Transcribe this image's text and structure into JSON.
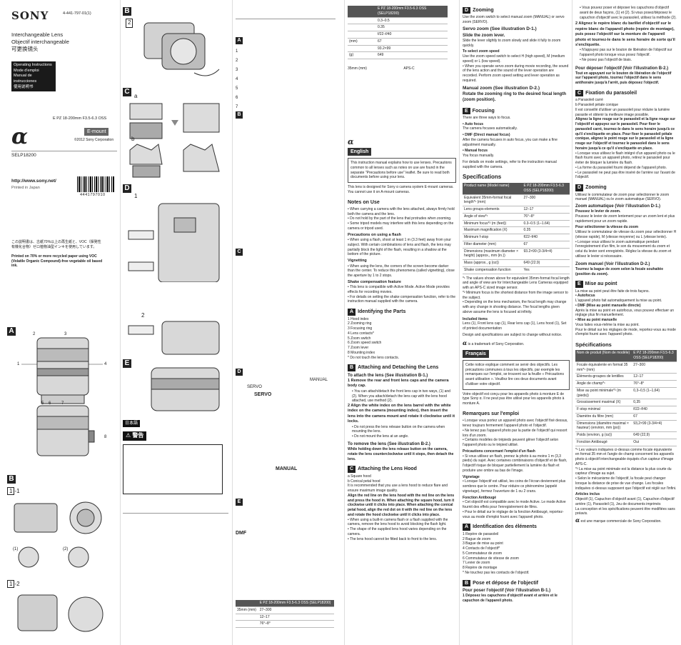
{
  "cover": {
    "brand": "SONY",
    "part_number": "4-441-797-01(1)",
    "titles": [
      "Interchangeable Lens",
      "Objectif interchangeable",
      "可更换镜头"
    ],
    "manual_labels": [
      "Operating Instructions",
      "Mode d'emploi",
      "Manual de instrucciones",
      "使用说明书"
    ],
    "model": "E PZ 18-200mm F3.5-6.3 OSS",
    "mount": "E-mount",
    "copyright": "©2012 Sony Corporation",
    "model_code": "SELP18200",
    "url": "http://www.sony.net/",
    "printed": "Printed in Japan",
    "barcode_number": "4441797010",
    "recycle_jp": "この説明書は、古紙70%以上の再生紙と、VOC（揮発性有機化合物）ゼロ植物油型インキを使用しています。",
    "recycle_en": "Printed on 70% or more recycled paper using VOC (Volatile Organic Compound)-free vegetable oil based ink."
  },
  "figures": {
    "A": "A",
    "B": "B",
    "B1": "1",
    "B2": "2",
    "C": "C",
    "D": "D",
    "E": "E",
    "D_sub1": "1",
    "D_sub2": "2",
    "C_sub_a": "a",
    "C_sub_b": "b",
    "B1_label": "-1",
    "B2_label": "-2",
    "B1_sub": [
      "(1)",
      "(2)"
    ],
    "A_nums": [
      "1",
      "2",
      "3",
      "4",
      "5",
      "6",
      "7",
      "8"
    ],
    "jp_tag": "日本語",
    "warning": "警告"
  },
  "english": {
    "lang": "English",
    "intro": "This instruction manual explains how to use lenses. Precautions common to all lenses such as notes on use are found in the separate \"Precautions before use\" leaflet. Be sure to read both documents before using your lens.",
    "designed": "This lens is designed for Sony α camera system E-mount cameras. You cannot use it on A-mount cameras.",
    "notes_title": "Notes on Use",
    "notes": [
      "When carrying a camera with the lens attached, always firmly hold both the camera and the lens.",
      "Do not hold by the part of the lens that protrudes when zooming.",
      "Some tripod models may interfere with this lens depending on the camera or tripod used."
    ],
    "flash_title": "Precautions on using a flash",
    "flash": "When using a flash, shoot at least 1 m (3.3 feet) away from your subject. With certain combinations of lens and flash, the lens may partially block the light of the flash, resulting in a shadow at the bottom of the picture.",
    "vignette_title": "Vignetting",
    "vignette": "When using the lens, the corners of the screen become darker than the center. To reduce this phenomena (called vignetting), close the aperture by 1 to 2 stops.",
    "shake_title": "Shake compensation feature",
    "shake": [
      "This lens is compatible with Active Mode. Active Mode provides effects for recording movies.",
      "For details on setting the shake compensation function, refer to the instruction manual supplied with the camera."
    ],
    "parts_title": "Identifying the Parts",
    "parts": [
      "1 Hood index",
      "2 Zooming ring",
      "3 Focusing ring",
      "4 Lens contacts*",
      "5 Zoom switch",
      "6 Zoom speed switch",
      "7 Zoom lever",
      "8 Mounting index"
    ],
    "parts_note": "* Do not touch the lens contacts.",
    "attach_title": "Attaching and Detaching the Lens",
    "attach_sub": "To attach the lens (See illustration B-1.)",
    "attach_steps": [
      "Remove the rear and front lens caps and the camera body cap.",
      "Align the white index on the lens barrel with the white index on the camera (mounting index), then insert the lens into the camera mount and rotate it clockwise until it locks."
    ],
    "attach_notes": [
      "You can attach/detach the front lens cap in two ways, (1) and (2). When you attach/detach the lens cap with the lens hood attached, use method (2).",
      "Do not press the lens release button on the camera when mounting the lens.",
      "Do not mount the lens at an angle."
    ],
    "remove_title": "To remove the lens (See illustration B-2.)",
    "remove": "While holding down the lens release button on the camera, rotate the lens counterclockwise until it stops, then detach the lens.",
    "hood_title": "Attaching the Lens Hood",
    "hood_items": [
      "a Square hood",
      "b Conical petal hood"
    ],
    "hood_text": "It is recommended that you use a lens hood to reduce flare and ensure maximum image quality.",
    "hood_bold": "Align the red line on the lens hood with the red line on the lens and press the hood in. When attaching the square hood, turn it clockwise until it clicks into place. When attaching the conical petal hood, align the red dot on it with the red line on the lens and rotate the hood clockwise until it clicks into place.",
    "hood_notes": [
      "When using a built-in camera flash or a flash supplied with the camera, remove the lens hood to avoid blocking the flash light.",
      "The shape of the supplied lens hood varies depending on the camera.",
      "The lens hood cannot be fitted back to front to the lens."
    ],
    "zoom_title": "Zooming",
    "zoom_text": "Use the zoom switch to select manual zoom (MANUAL) or servo zoom (SERVO).",
    "servo_title": "Servo zoom (See illustration D-1.)",
    "servo_bold": "Slide the zoom lever.",
    "servo_text": "Slide the lever slightly to zoom slowly and slide it fully to zoom quickly.",
    "speed_title": "To select zoom speed",
    "speed_text": "Use the zoom speed switch to select H (high speed), M (medium speed) or L (low speed).",
    "speed_note": "When you operate servo zoom during movie recording, the sound of the lens action and the sound of the lever operation are recorded. Perform zoom speed setting and lever operation as required.",
    "manual_title": "Manual zoom (See illustration D-2.)",
    "manual_bold": "Rotate the zooming ring to the desired focal length (zoom position).",
    "focus_title": "Focusing",
    "focus_text": "There are three ways to focus.",
    "af_title": "• Auto focus",
    "af": "The camera focuses automatically.",
    "dmf_title": "• DMF (Direct manual focus)",
    "dmf": "After the camera focuses in auto focus, you can make a fine adjustment manually.",
    "mf_title": "• Manual focus",
    "mf": "You focus manually.",
    "focus_note": "For details on mode settings, refer to the instruction manual supplied with the camera.",
    "spec_title": "Specifications",
    "spec_rows": [
      [
        "Product name (Model name)",
        "E PZ 18-200mm F3.5-6.3 OSS (SELP18200)"
      ],
      [
        "Equivalent 35mm-format focal length*¹ (mm)",
        "27–300"
      ],
      [
        "Lens groups-elements",
        "12–17"
      ],
      [
        "Angle of view*¹",
        "76°–8°"
      ],
      [
        "Minimum focus*² (m (feet))",
        "0.3–0.5 (1–1.64)"
      ],
      [
        "Maximum magnification (X)",
        "0.35"
      ],
      [
        "Minimum f-stop",
        "f/22–f/40"
      ],
      [
        "Filter diameter (mm)",
        "67"
      ],
      [
        "Dimensions (maximum diameter × height) (approx., mm (in.))",
        "93.2×99 (3-3/4×4)"
      ],
      [
        "Mass (approx., g (oz))",
        "649 (22.9)"
      ],
      [
        "Shake compensation function",
        "Yes"
      ]
    ],
    "spec_notes": [
      "*¹ The values shown above for equivalent 35mm-format focal length and angle of view are for Interchangeable Lens Cameras equipped with an APS-C sized image sensor.",
      "*² Minimum focus is the shortest distance from the image sensor to the subject.",
      "Depending on the lens mechanism, the focal length may change with any change in shooting distance. The focal lengths given above assume the lens is focused at infinity."
    ],
    "included_title": "Included items",
    "included": "Lens (1), Front lens cap (1), Rear lens cap (1), Lens hood (1), Set of printed documentation",
    "design_note": "Design and specifications are subject to change without notice.",
    "trademark": "is a trademark of Sony Corporation."
  },
  "french": {
    "lang": "Français",
    "intro": "Cette notice explique comment se servir des objectifs. Les précautions communes à tous les objectifs, par exemple les remarques sur l'emploi, se trouvent sur la feuille « Précautions avant utilisation ». Veuillez lire ces deux documents avant d'utiliser votre objectif.",
    "designed": "Votre objectif est conçu pour les appareils photo à monture E de type Sony α. Il ne peut pas être utilisé pour les appareils photo à monture A.",
    "notes_title": "Remarques sur l'emploi",
    "notes": [
      "Lorsque vous portez un appareil photo avec l'objectif fixé dessus, tenez toujours fermement l'appareil photo et l'objectif.",
      "Ne tenez pas l'appareil photo par la partie de l'objectif qui ressort lors d'un zoom.",
      "Certains modèles de trépieds peuvent gêner l'objectif selon l'appareil photo ou le trépied utilisé."
    ],
    "flash_title": "Précautions concernant l'emploi d'un flash",
    "flash": "Si vous utilisez un flash, prenez la photo à au moins 1 m (3,3 pieds) du sujet. Avec certaines combinaisons d'objectif et de flash, l'objectif risque de bloquer partiellement la lumière du flash et produire une ombre au bas de l'image.",
    "vignette_title": "Vignetage",
    "vignette": "Lorsque l'objectif est utilisé, les coins de l'écran deviennent plus sombres que le centre. Pour réduire ce phénomène (appelé vignetage), fermez l'ouverture de 1 ou 2 crans.",
    "shake_title": "Fonction Antibougé",
    "shake": [
      "Cet objectif est compatible avec le mode Active. Le mode Active fournit des effets pour l'enregistrement de films.",
      "Pour le détail sur le réglage de la fonction Antibougé, reportez-vous au mode d'emploi fourni avec l'appareil photo."
    ],
    "parts_title": "Identification des éléments",
    "parts": [
      "1 Repère de parasoleil",
      "2 Bague de zoom",
      "3 Bague de mise au point",
      "4 Contacts de l'objectif*",
      "5 Commutateur de zoom",
      "6 Commutateur de vitesse de zoom",
      "7 Levier de zoom",
      "8 Repère de montage"
    ],
    "parts_note": "* Ne touchez pas les contacts de l'objectif.",
    "attach_title": "Pose et dépose de l'objectif",
    "attach_sub": "Pour poser l'objectif (Voir l'illustration B-1.)",
    "attach_steps": [
      "Déposez les capuchons d'objectif avant et arrière et le capuchon de l'appareil photo.",
      "Alignez le repère blanc du barillet d'objectif sur le repère blanc de l'appareil photo (repère de montage), puis posez l'objectif sur la monture de l'appareil photo et tournez-le dans le sens horaire de sorte qu'il s'encliquette."
    ],
    "attach_notes": [
      "Vous pouvez poser et déposer les capuchons d'objectif avant de deux façons, (1) et (2). Si vous posez/déposez le capuchon d'objectif avec le parasoleil, utilisez la méthode (2).",
      "N'appuyez pas sur le bouton de libération de l'objectif sur l'appareil photo lorsque vous posez l'objectif.",
      "Ne posez pas l'objectif de biais."
    ],
    "remove_title": "Pour déposer l'objectif (Voir l'illustration B-2.)",
    "remove": "Tout en appuyant sur le bouton de libération de l'objectif sur l'appareil photo, tournez l'objectif dans le sens antihoraire jusqu'à l'arrêt, puis déposez l'objectif.",
    "hood_title": "Fixation du parasoleil",
    "hood_items": [
      "a Parasoleil carré",
      "b Parasoleil pétale conique"
    ],
    "hood_text": "Il est conseillé d'utiliser un parasoleil pour réduire la lumière parasite et obtenir la meilleure image possible.",
    "hood_bold": "Alignez la ligne rouge sur le parasoleil et la ligne rouge sur l'objectif et appuyez sur le parasoleil. Pour fixer le parasoleil carré, tournez-le dans le sens horaire jusqu'à ce qu'il s'encliquette en place. Pour fixer le parasoleil pétale conique, alignez le point rouge sur le parasoleil et la ligne rouge sur l'objectif et tournez le parasoleil dans le sens horaire jusqu'à ce qu'il s'encliquette en place.",
    "hood_notes": [
      "Lorsque vous utilisez le flash intégré d'un appareil photo ou le flash fourni avec un appareil photo, retirez le parasoleil pour éviter de bloquer la lumière du flash.",
      "La forme du parasoleil fourni dépend de l'appareil photo.",
      "Le parasoleil ne peut pas être inséré de l'arrière sur l'avant de l'objectif."
    ],
    "zoom_title": "Zooming",
    "zoom_text": "Utilisez le commutateur de zoom pour sélectionner le zoom manuel (MANUAL) ou le zoom automatique (SERVO).",
    "servo_title": "Zoom automatique (Voir l'illustration D-1.)",
    "servo_bold": "Poussez le levier de zoom.",
    "servo_text": "Poussez le levier de zoom lentement pour un zoom lent et plus rapidement pour un zoom rapide.",
    "speed_title": "Pour sélectionner la vitesse du zoom",
    "speed_text": "Utilisez le commutateur de vitesse du zoom pour sélectionner H (vitesse rapide), M (vitesse moyenne) ou L (vitesse lente).",
    "speed_note": "Lorsque vous utilisez le zoom automatique pendant l'enregistrement d'un film, le son du mouvement du zoom et celui du levier sont enregistrés. Réglez la vitesse du zoom et utilisez le levier si nécessaire.",
    "manual_title": "Zoom manuel (Voir l'illustration D-2.)",
    "manual_bold": "Tournez la bague de zoom selon la focale souhaitée (position du zoom).",
    "focus_title": "Mise au point",
    "focus_text": "La mise au point peut être faite de trois façons.",
    "af_title": "• Autofocus",
    "af": "L'appareil photo fait automatiquement la mise au point.",
    "dmf_title": "• DMF (Mise au point manuelle directe)",
    "dmf": "Après la mise au point en autofocus, vous pouvez effectuer un réglage plus fin manuellement.",
    "mf_title": "• Mise au point manuelle",
    "mf": "Vous faites vous-même la mise au point.",
    "focus_note": "Pour le détail sur les réglages de mode, reportez-vous au mode d'emploi fourni avec l'appareil photo.",
    "spec_title": "Spécifications",
    "spec_rows": [
      [
        "Nom de produit (Nom de modèle)",
        "E PZ 18-200mm F3.5-6.3 OSS (SELP18200)"
      ],
      [
        "Focale équivalente en format 35 mm*¹ (mm)",
        "27–300"
      ],
      [
        "Éléments-groupes de lentilles",
        "12–17"
      ],
      [
        "Angle de champ*¹",
        "76°–8°"
      ],
      [
        "Mise au point minimale*² (m (pieds))",
        "0,3–0,5 (1–1,64)"
      ],
      [
        "Grossissement maximal (X)",
        "0,35"
      ],
      [
        "F-stop minimal",
        "f/22–f/40"
      ],
      [
        "Diamètre du filtre (mm)",
        "67"
      ],
      [
        "Dimensions (diamètre maximal × hauteur) (environ, mm (po))",
        "93,2×99 (3-3/4×4)"
      ],
      [
        "Poids (environ, g (oz))",
        "649 (22,9)"
      ],
      [
        "Fonction Antibougé",
        "Oui"
      ]
    ],
    "spec_notes": [
      "*¹ Les valeurs indiquées ci-dessus comme focale équivalente en format 35 mm et l'angle de champ concernent les appareils photo à objectif interchangeable équipés d'un capteur d'image APS-C.",
      "*² La mise au point minimale est la distance la plus courte du capteur d'image au sujet.",
      "Selon le mécanisme de l'objectif, la focale peut changer lorsque la distance de prise de vue change. Les focales indiquées ci-dessus supposent que l'objectif est réglé sur l'infini."
    ],
    "included_title": "Articles inclus",
    "included": "Objectif (1), Capuchon d'objectif avant (1), Capuchon d'objectif arrière (1), Parasoleil (1), Jeu de documents imprimés",
    "design_note": "La conception et les spécifications peuvent être modifiées sans préavis.",
    "trademark": "est une marque commerciale de Sony Corporation."
  },
  "japanese_spec": {
    "header": "E PZ 18-200mm F3.5-6.3 OSS (SELP18200)",
    "rows": [
      [
        "",
        "27–300"
      ],
      [
        "",
        "12–17"
      ],
      [
        "",
        "76°–8°"
      ]
    ],
    "rows_top": [
      [
        "",
        "0.3–0.5"
      ],
      [
        "",
        "0.35"
      ],
      [
        "",
        "f/22–f/40"
      ],
      [
        "(mm)",
        "67"
      ],
      [
        "",
        "93.2×99"
      ],
      [
        "(g)",
        "649"
      ]
    ],
    "mm_label": "35mm (mm)",
    "apsc": "APS-C",
    "servo": "SERVO",
    "manual": "MANUAL",
    "dmf": "DMF"
  }
}
